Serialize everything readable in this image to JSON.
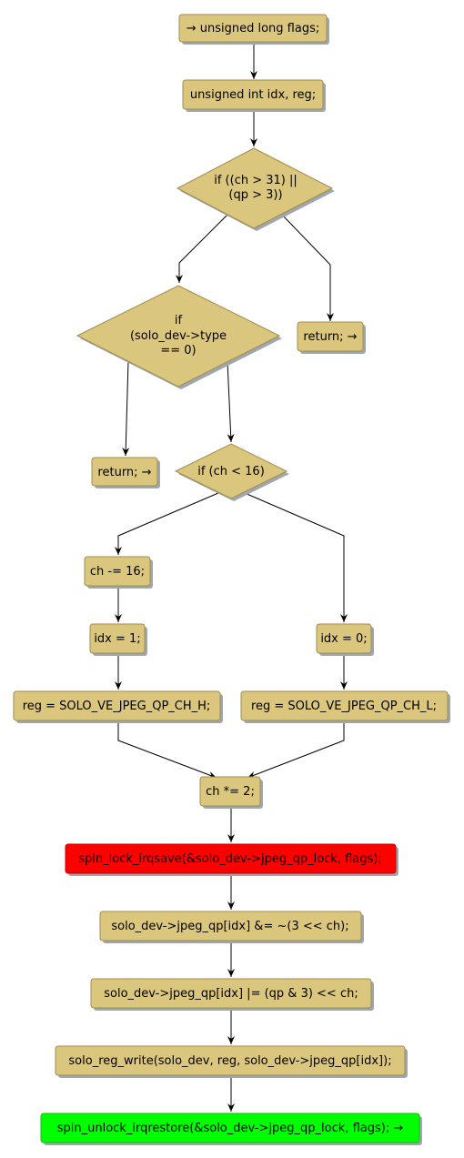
{
  "colors": {
    "node_fill": "#dbc67d",
    "node_stroke": "#a08c4e",
    "shadow": "#9ea6b0",
    "lock_fill": "#ff0000",
    "lock_stroke": "#c20000",
    "unlock_fill": "#00ff00",
    "unlock_stroke": "#18b818",
    "edge": "#000000"
  },
  "nodes": {
    "flags_decl": "→ unsigned long flags;",
    "idx_reg_decl": "unsigned int idx, reg;",
    "cond_range": [
      "if ((ch > 31) ||",
      "(qp > 3))"
    ],
    "return_1": "return; →",
    "cond_type": [
      "if",
      "(solo_dev->type",
      "== 0)"
    ],
    "return_2": "return; →",
    "cond_ch": "if (ch < 16)",
    "ch_sub": "ch -= 16;",
    "idx_1": "idx = 1;",
    "idx_0": "idx = 0;",
    "reg_h": "reg = SOLO_VE_JPEG_QP_CH_H;",
    "reg_l": "reg = SOLO_VE_JPEG_QP_CH_L;",
    "ch_mul": "ch *= 2;",
    "lock": "spin_lock_irqsave(&solo_dev->jpeg_qp_lock, flags);",
    "clear_bits": "solo_dev->jpeg_qp[idx] &= ~(3 << ch);",
    "set_bits": "solo_dev->jpeg_qp[idx] |= (qp & 3) << ch;",
    "reg_write": "solo_reg_write(solo_dev, reg, solo_dev->jpeg_qp[idx]);",
    "unlock": "spin_unlock_irqrestore(&solo_dev->jpeg_qp_lock, flags); →"
  }
}
